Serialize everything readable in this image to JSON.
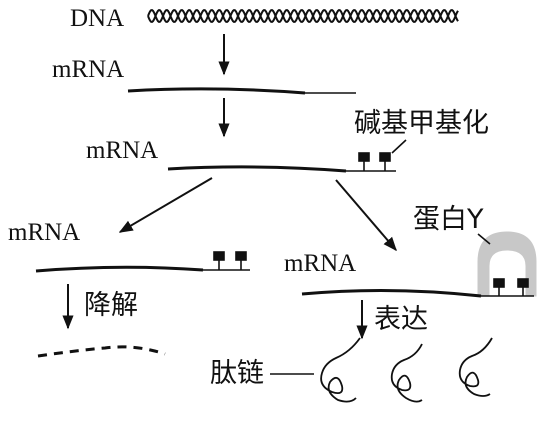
{
  "labels": {
    "dna": "DNA",
    "mrna_1": "mRNA",
    "mrna_2": "mRNA",
    "mrna_3": "mRNA",
    "mrna_4": "mRNA",
    "methylation": "碱基甲基化",
    "protein_y": "蛋白Y",
    "degradation": "降解",
    "expression": "表达",
    "peptide_chain": "肽链"
  },
  "colors": {
    "ink": "#111111",
    "protein_fill": "#c8c8c8"
  }
}
